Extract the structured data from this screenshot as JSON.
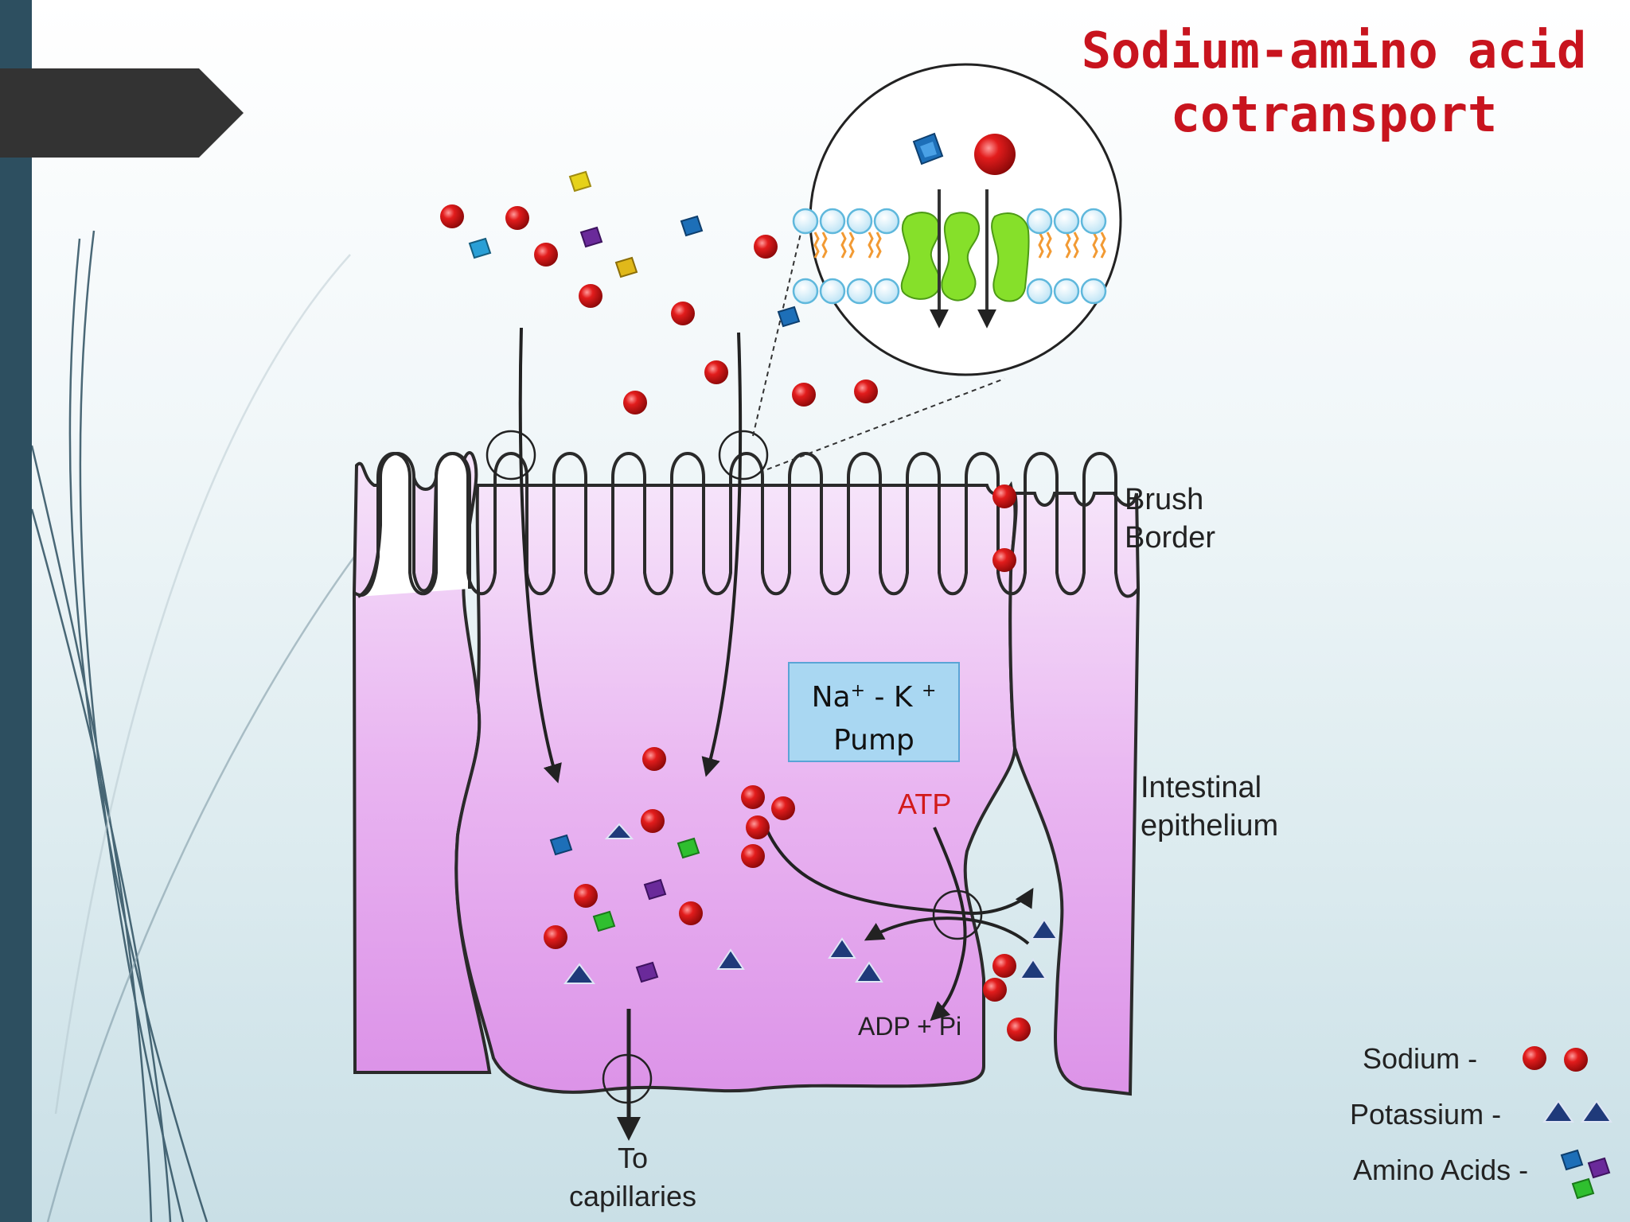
{
  "title": {
    "line1": "Sodium-amino acid",
    "line2": "cotransport"
  },
  "labels": {
    "brush_border": [
      "Brush",
      "Border"
    ],
    "intestinal_epithelium": [
      "Intestinal",
      "epithelium"
    ],
    "atp": "ATP",
    "adp": "ADP + Pi",
    "to_capillaries": [
      "To",
      "capillaries"
    ]
  },
  "pump": {
    "line1_a": "Na",
    "line1_b": " - K ",
    "sup": "+",
    "line2": "Pump"
  },
  "legend": {
    "sodium": "Sodium -",
    "potassium": "Potassium -",
    "amino_acids": "Amino Acids -"
  },
  "colors": {
    "title": "#c8141e",
    "sodium": "#d41414",
    "potassium": "#1f3a7a",
    "cell_fill": "#e7a9ee",
    "protein": "#7ed321",
    "amino_blue": "#1d6fb8",
    "amino_purple": "#6a2a9a",
    "amino_green": "#2fbf2f",
    "amino_yellow": "#e6d21a"
  }
}
